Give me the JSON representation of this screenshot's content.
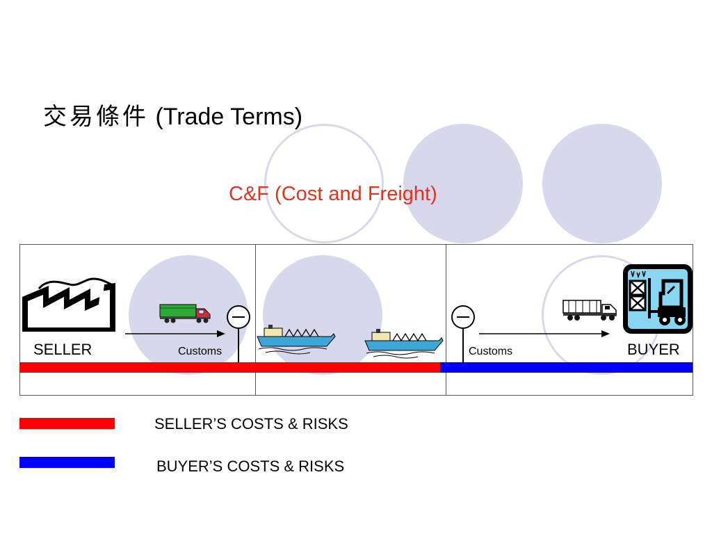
{
  "title": {
    "chinese": "交易條件",
    "english": "(Trade Terms)"
  },
  "subtitle": "C&F (Cost and Freight)",
  "diagram": {
    "seller_label": "SELLER",
    "buyer_label": "BUYER",
    "customs_left_label": "Customs",
    "customs_right_label": "Customs",
    "icons": [
      "factory-icon",
      "truck-icon",
      "ship-icon",
      "ship-icon",
      "trailer-truck-icon",
      "forklift-warehouse-icon",
      "customs-gate-icon",
      "customs-gate-icon"
    ]
  },
  "legend": {
    "seller_text": "SELLER’S COSTS & RISKS",
    "buyer_text": "BUYER’S COSTS & RISKS"
  },
  "colors": {
    "seller": "#ff0000",
    "buyer": "#0000ff",
    "accent": "#e8311a",
    "circle": "#d8d8ec"
  }
}
